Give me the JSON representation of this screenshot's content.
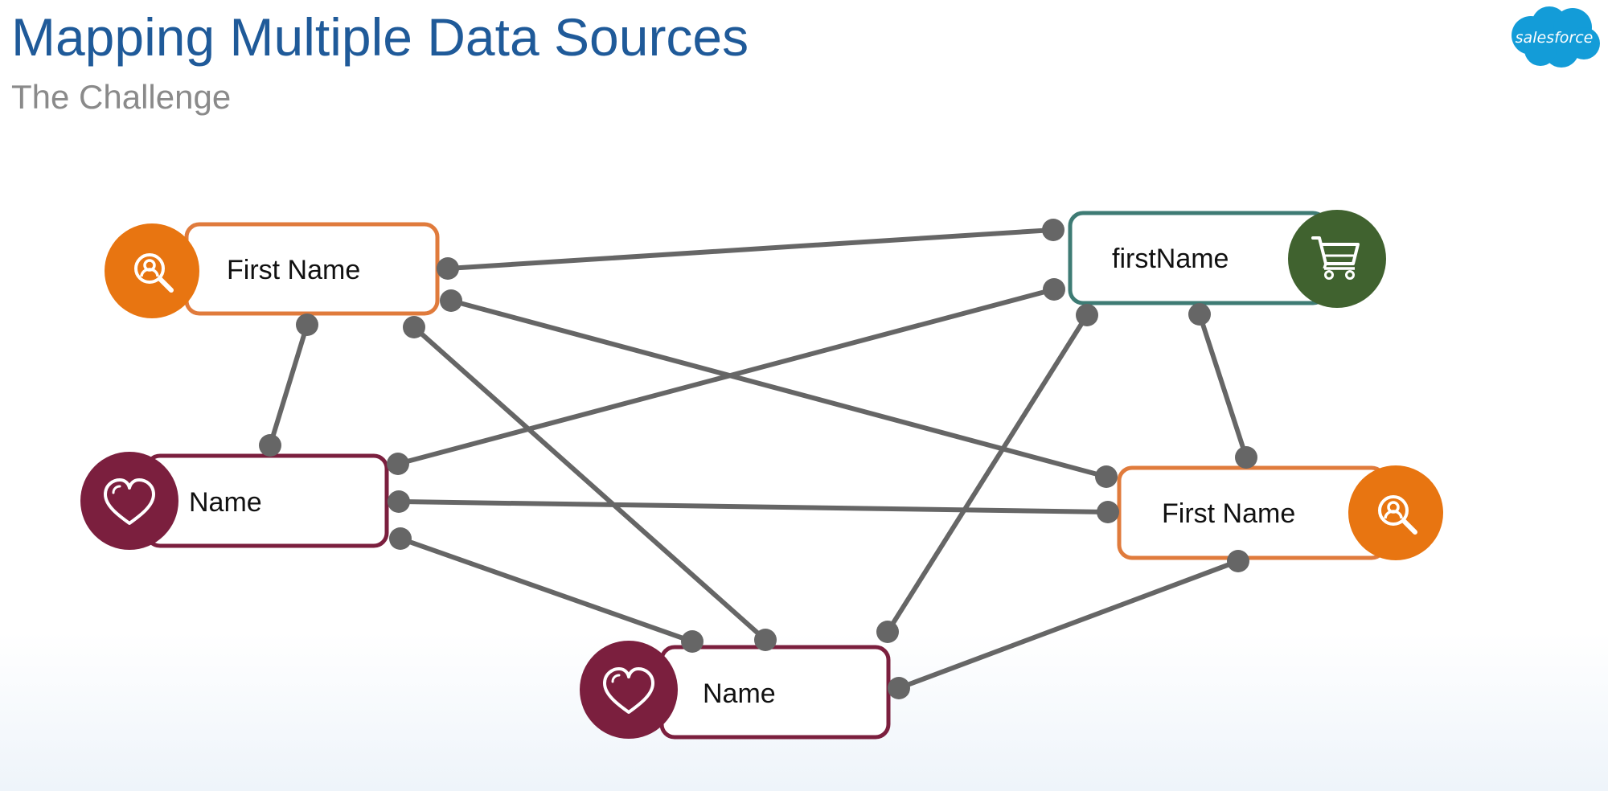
{
  "header": {
    "title": "Mapping Multiple Data Sources",
    "subtitle": "The Challenge",
    "logo_text": "salesforce"
  },
  "colors": {
    "title": "#1f5a99",
    "subtitle": "#8a8a8a",
    "orange": "#e87511",
    "orange_border": "#e07b3c",
    "maroon": "#7b1f3e",
    "teal_border": "#3e7b74",
    "green": "#40622f",
    "connector": "#666666",
    "logo_blue": "#139cd8"
  },
  "nodes": [
    {
      "id": "first-name-left",
      "label": "First Name",
      "icon": "user-search-icon"
    },
    {
      "id": "name-left",
      "label": "Name",
      "icon": "heart-icon"
    },
    {
      "id": "name-bottom",
      "label": "Name",
      "icon": "heart-icon"
    },
    {
      "id": "firstname-top-right",
      "label": "firstName",
      "icon": "shopping-cart-icon"
    },
    {
      "id": "first-name-right",
      "label": "First Name",
      "icon": "user-search-icon"
    }
  ]
}
